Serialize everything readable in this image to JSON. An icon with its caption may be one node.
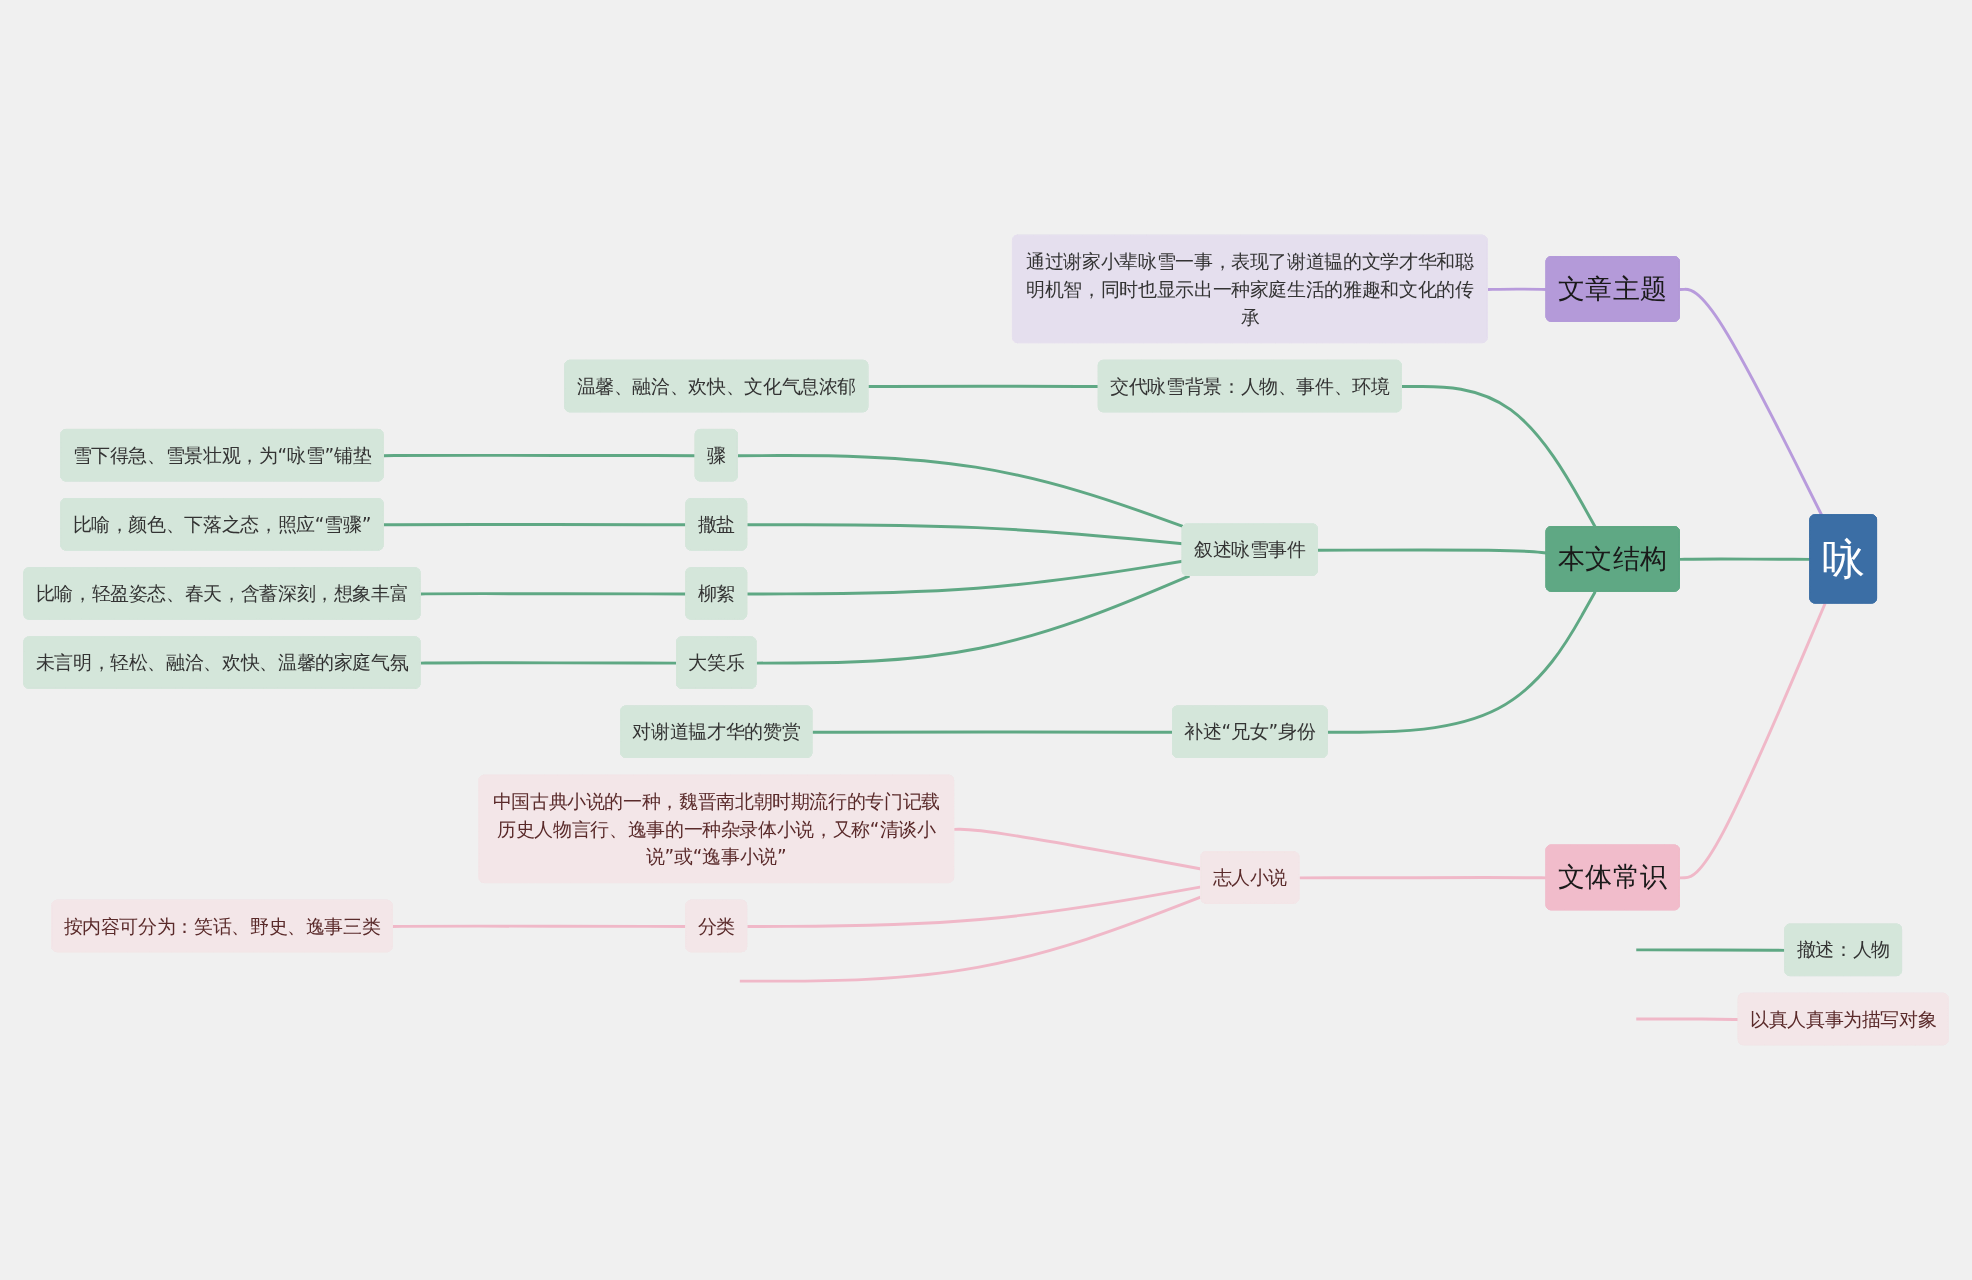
{
  "diagram": {
    "nodes": [
      {
        "text": [
          "咏"
        ]
      },
      {
        "text": [
          "文章主题"
        ]
      },
      {
        "text": [
          "通过谢家小辈咏雪一事，表现了谢道韫的文学才华和聪明机智，同时也显示出一种家庭生活的雅趣和文化的传承"
        ]
      },
      {
        "text": [
          "本文结构"
        ]
      },
      {
        "text": [
          "交代咏雪背景：人物、事件、环境"
        ]
      },
      {
        "text": [
          "温馨、融洽、欢快、文化气息浓郁"
        ]
      },
      {
        "text": [
          "撤述：人物"
        ]
      },
      {
        "text": [
          "叙述咏雪事件"
        ]
      },
      {
        "text": [
          "骤"
        ]
      },
      {
        "text": [
          "雪下得急、雪景壮观，为“咏雪”铺垫"
        ]
      },
      {
        "text": [
          "撒盐"
        ]
      },
      {
        "text": [
          "比喻，颜色、下落之态，照应“雪骤”"
        ]
      },
      {
        "text": [
          "柳絮"
        ]
      },
      {
        "text": [
          "比喻，轻盈姿态、春天，含蓄深刻，想象丰富"
        ]
      },
      {
        "text": [
          "大笑乐"
        ]
      },
      {
        "text": [
          "未言明，轻松、融洽、欢快、温馨的家庭气氛"
        ]
      },
      {
        "text": [
          "补述“兄女”身份"
        ]
      },
      {
        "text": [
          "对谢道韫才华的赞赏"
        ]
      },
      {
        "text": [
          "文体常识"
        ]
      },
      {
        "text": [
          "志人小说"
        ]
      },
      {
        "text": [
          "中国古典小说的一种，魏晋南北朝时期流行的专门记载历史人物言行、逸事的一种杂录体小说，又称“清谈小说”或“逸事小说”"
        ]
      },
      {
        "text": [
          "分类"
        ]
      },
      {
        "text": [
          "按内容可分为：笑话、野史、逸事三类"
        ]
      },
      {
        "text": [
          "以真人真事为描写对象"
        ]
      }
    ],
    "edges": [
      {
        "from": 0,
        "to": 1,
        "arrow": "none",
        "color": "#b89bdc"
      },
      {
        "from": 1,
        "to": 2,
        "arrow": "none",
        "color": "#b89bdc"
      },
      {
        "from": 0,
        "to": 3,
        "arrow": "none"
      },
      {
        "from": 3,
        "to": 4,
        "arrow": "none"
      },
      {
        "from": 4,
        "to": 5,
        "arrow": "none"
      },
      {
        "from": 6,
        "to": null,
        "arrow": "none"
      },
      {
        "from": 3,
        "to": 7,
        "arrow": "none"
      },
      {
        "from": 7,
        "to": 8,
        "arrow": "none"
      },
      {
        "from": 8,
        "to": 9,
        "arrow": "none"
      },
      {
        "from": 7,
        "to": 10,
        "arrow": "none"
      },
      {
        "from": 10,
        "to": 11,
        "arrow": "none"
      },
      {
        "from": 7,
        "to": 12,
        "arrow": "none"
      },
      {
        "from": 12,
        "to": 13,
        "arrow": "none"
      },
      {
        "from": 7,
        "to": 14,
        "arrow": "none"
      },
      {
        "from": 14,
        "to": 15,
        "arrow": "none"
      },
      {
        "from": 3,
        "to": 16,
        "arrow": "none"
      },
      {
        "from": 16,
        "to": 17,
        "arrow": "none"
      },
      {
        "from": 0,
        "to": 18,
        "arrow": "none",
        "color": "#f0b8c8"
      },
      {
        "from": 18,
        "to": 19,
        "arrow": "none",
        "color": "#f0b8c8"
      },
      {
        "from": 19,
        "to": 20,
        "arrow": "none",
        "color": "#f0b8c8"
      },
      {
        "from": 19,
        "to": 21,
        "arrow": "none",
        "color": "#f0b8c8"
      },
      {
        "from": 21,
        "to": 22,
        "arrow": "none",
        "color": "#f0b8c8"
      },
      {
        "from": 19,
        "to": null,
        "arrow": "none",
        "color": "#f0b8c8"
      },
      {
        "from": 23,
        "to": null,
        "arrow": "none",
        "color": "#f0b8c8"
      }
    ]
  }
}
